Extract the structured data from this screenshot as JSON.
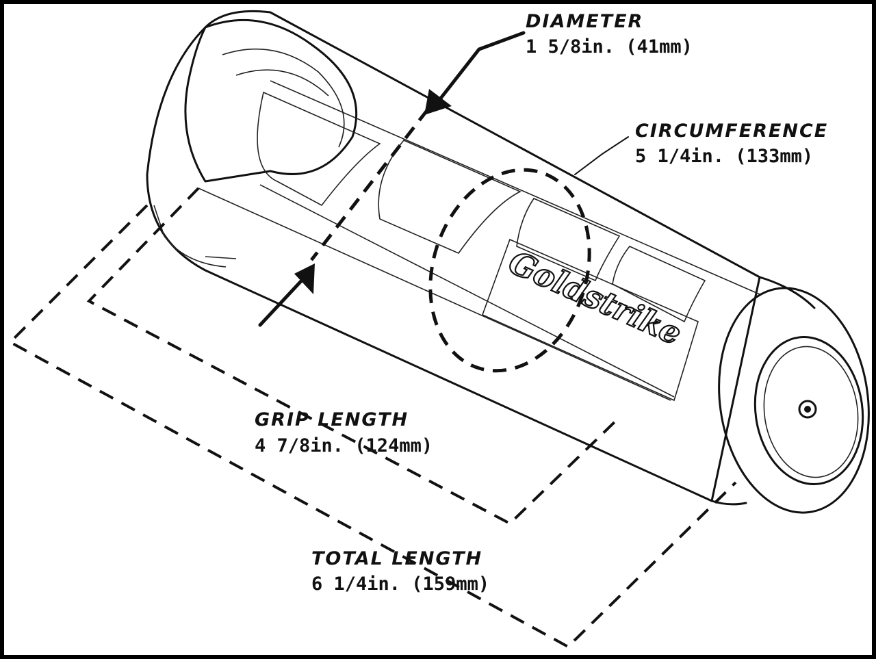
{
  "brand": {
    "logo_text": "Goldstrike"
  },
  "diameter": {
    "title": "DIAMETER",
    "value": "1 5/8in. (41mm)"
  },
  "circumference": {
    "title": "CIRCUMFERENCE",
    "value": "5 1/4in. (133mm)"
  },
  "grip_length": {
    "title": "GRIP LENGTH",
    "value": "4 7/8in. (124mm)"
  },
  "total_length": {
    "title": "TOTAL LENGTH",
    "value": "6 1/4in. (159mm)"
  }
}
